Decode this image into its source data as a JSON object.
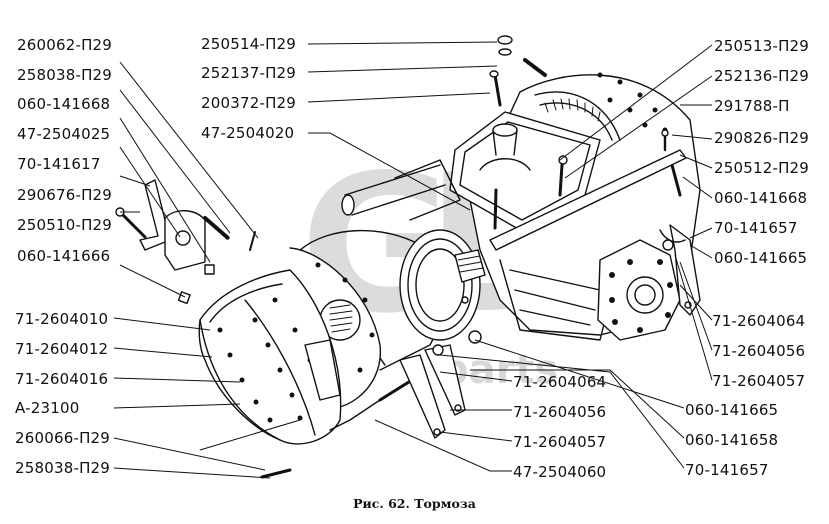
{
  "figure": {
    "caption": "Рис. 62. Тормоза",
    "watermark": {
      "logo": "GD",
      "text": "parts"
    }
  },
  "labels": {
    "left": [
      "260062-П29",
      "258038-П29",
      "060-141668",
      "47-2504025",
      "70-141617",
      "290676-П29",
      "250510-П29",
      "060-141666",
      "71-2604010",
      "71-2604012",
      "71-2604016",
      "A-23100",
      "260066-П29",
      "258038-П29"
    ],
    "top_center": [
      "250514-П29",
      "252137-П29",
      "200372-П29",
      "47-2504020"
    ],
    "right": [
      "250513-П29",
      "252136-П29",
      "291788-П",
      "290826-П29",
      "250512-П29",
      "060-141668",
      "70-141657",
      "060-141665",
      "71-2604064",
      "71-2604056",
      "71-2604057",
      "060-141665",
      "060-141658",
      "70-141657"
    ],
    "bottom_center": [
      "71-2604064",
      "71-2604056",
      "71-2604057",
      "47-2504060"
    ]
  }
}
